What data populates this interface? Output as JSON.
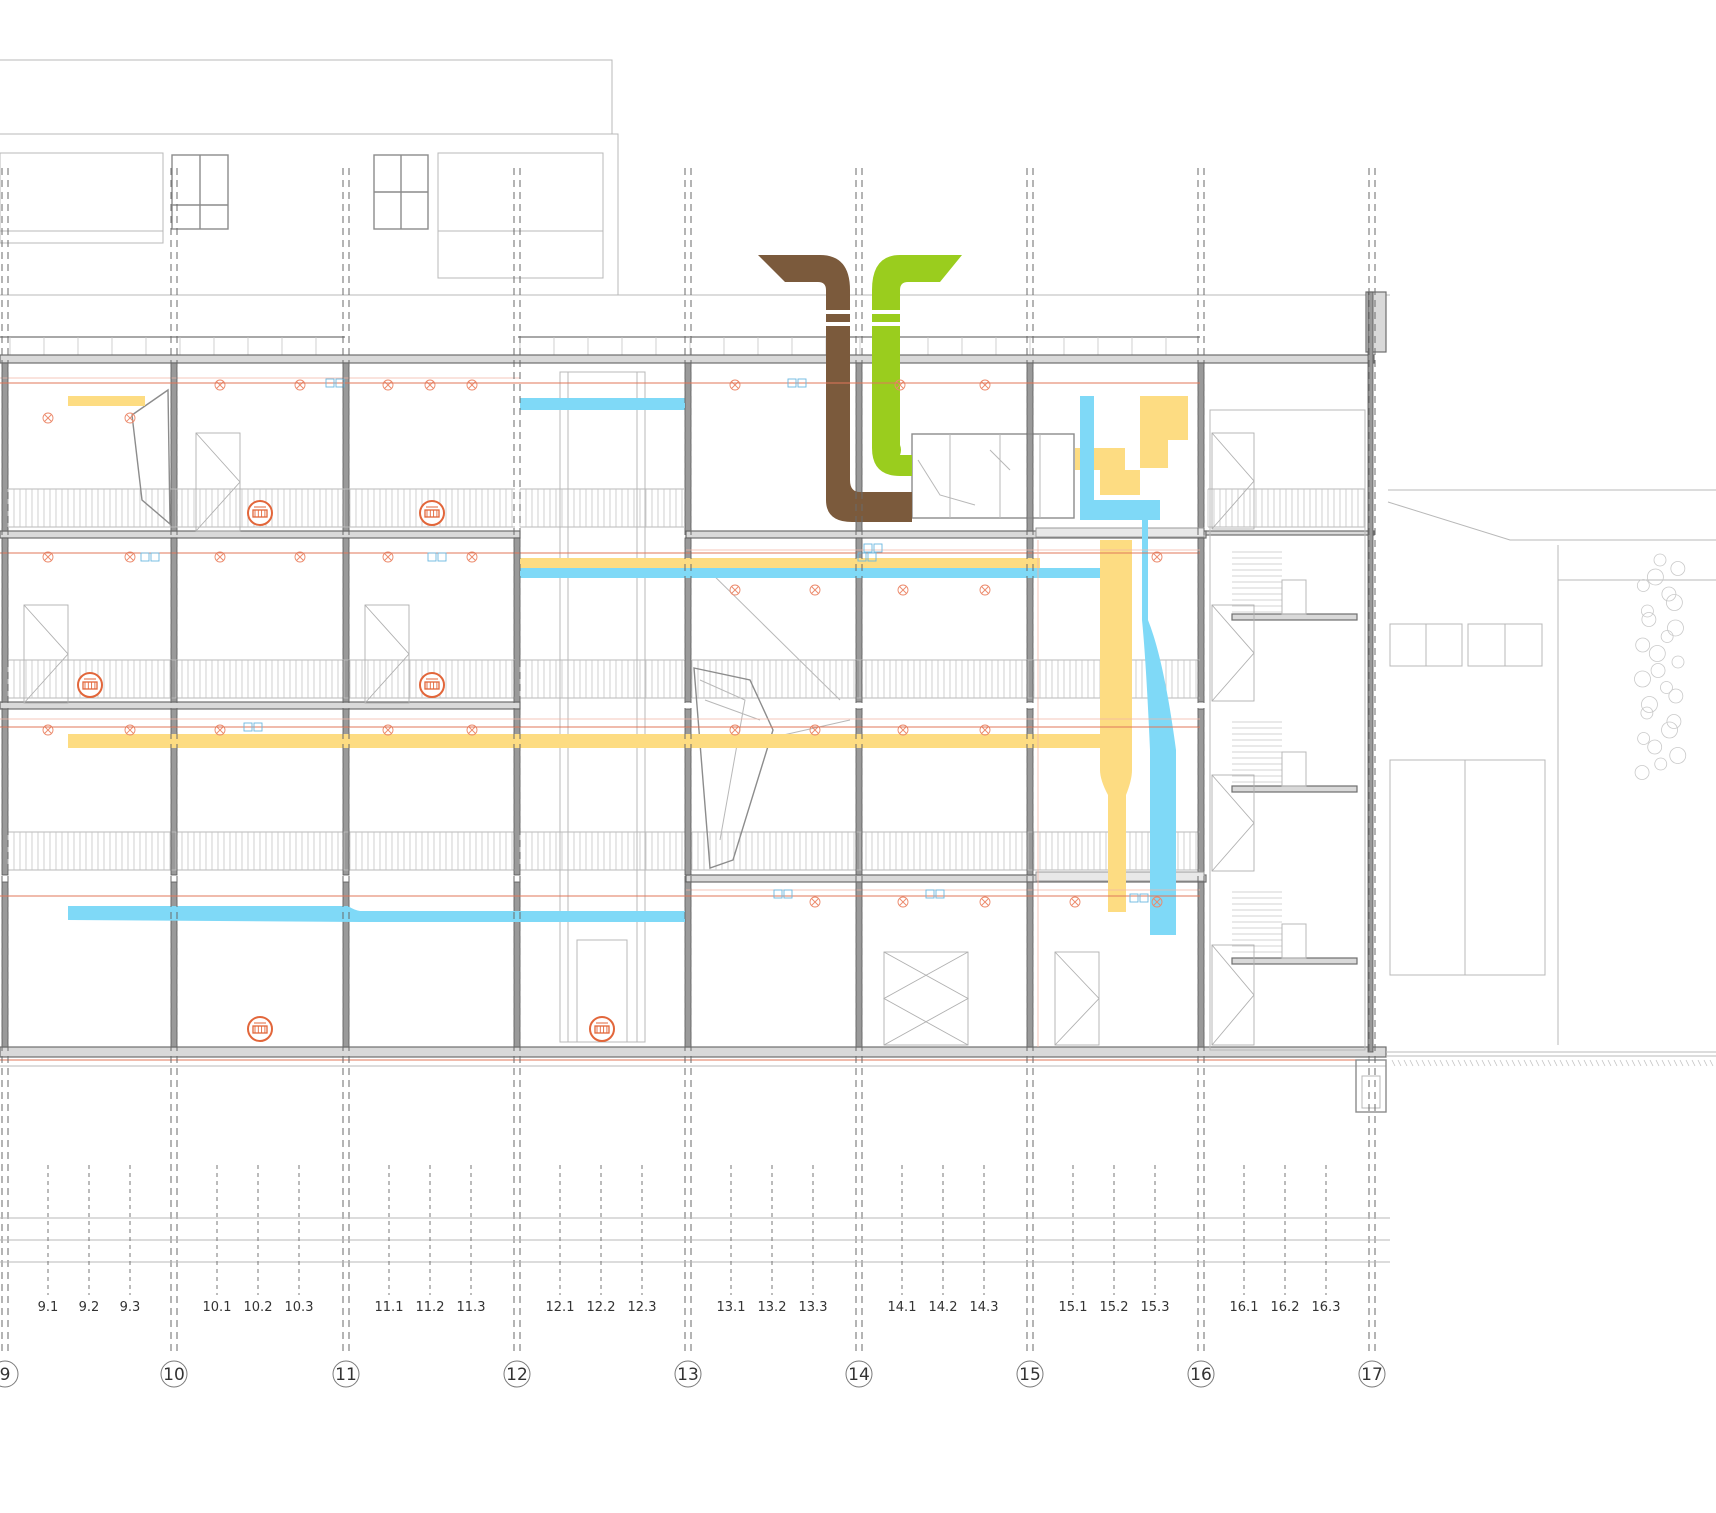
{
  "drawing": {
    "grid_axes": [
      "9",
      "10",
      "11",
      "12",
      "13",
      "14",
      "15",
      "16",
      "17"
    ],
    "sub_axes": [
      [
        "9.1",
        "9.2",
        "9.3"
      ],
      [
        "10.1",
        "10.2",
        "10.3"
      ],
      [
        "11.1",
        "11.2",
        "11.3"
      ],
      [
        "12.1",
        "12.2",
        "12.3"
      ],
      [
        "13.1",
        "13.2",
        "13.3"
      ],
      [
        "14.1",
        "14.2",
        "14.3"
      ],
      [
        "15.1",
        "15.2",
        "15.3"
      ],
      [
        "16.1",
        "16.2",
        "16.3"
      ]
    ]
  },
  "colors": {
    "exhaust_duct": "#7b5a3c",
    "intake_duct": "#9acd1e",
    "supply_duct_yellow": "#fddc82",
    "supply_duct_blue": "#7fd9f7",
    "fixtures": "#e2663a",
    "structure": "#8a8a8a"
  },
  "icons": [
    "radiator-icon",
    "light-fixture-icon",
    "socket-icon"
  ]
}
